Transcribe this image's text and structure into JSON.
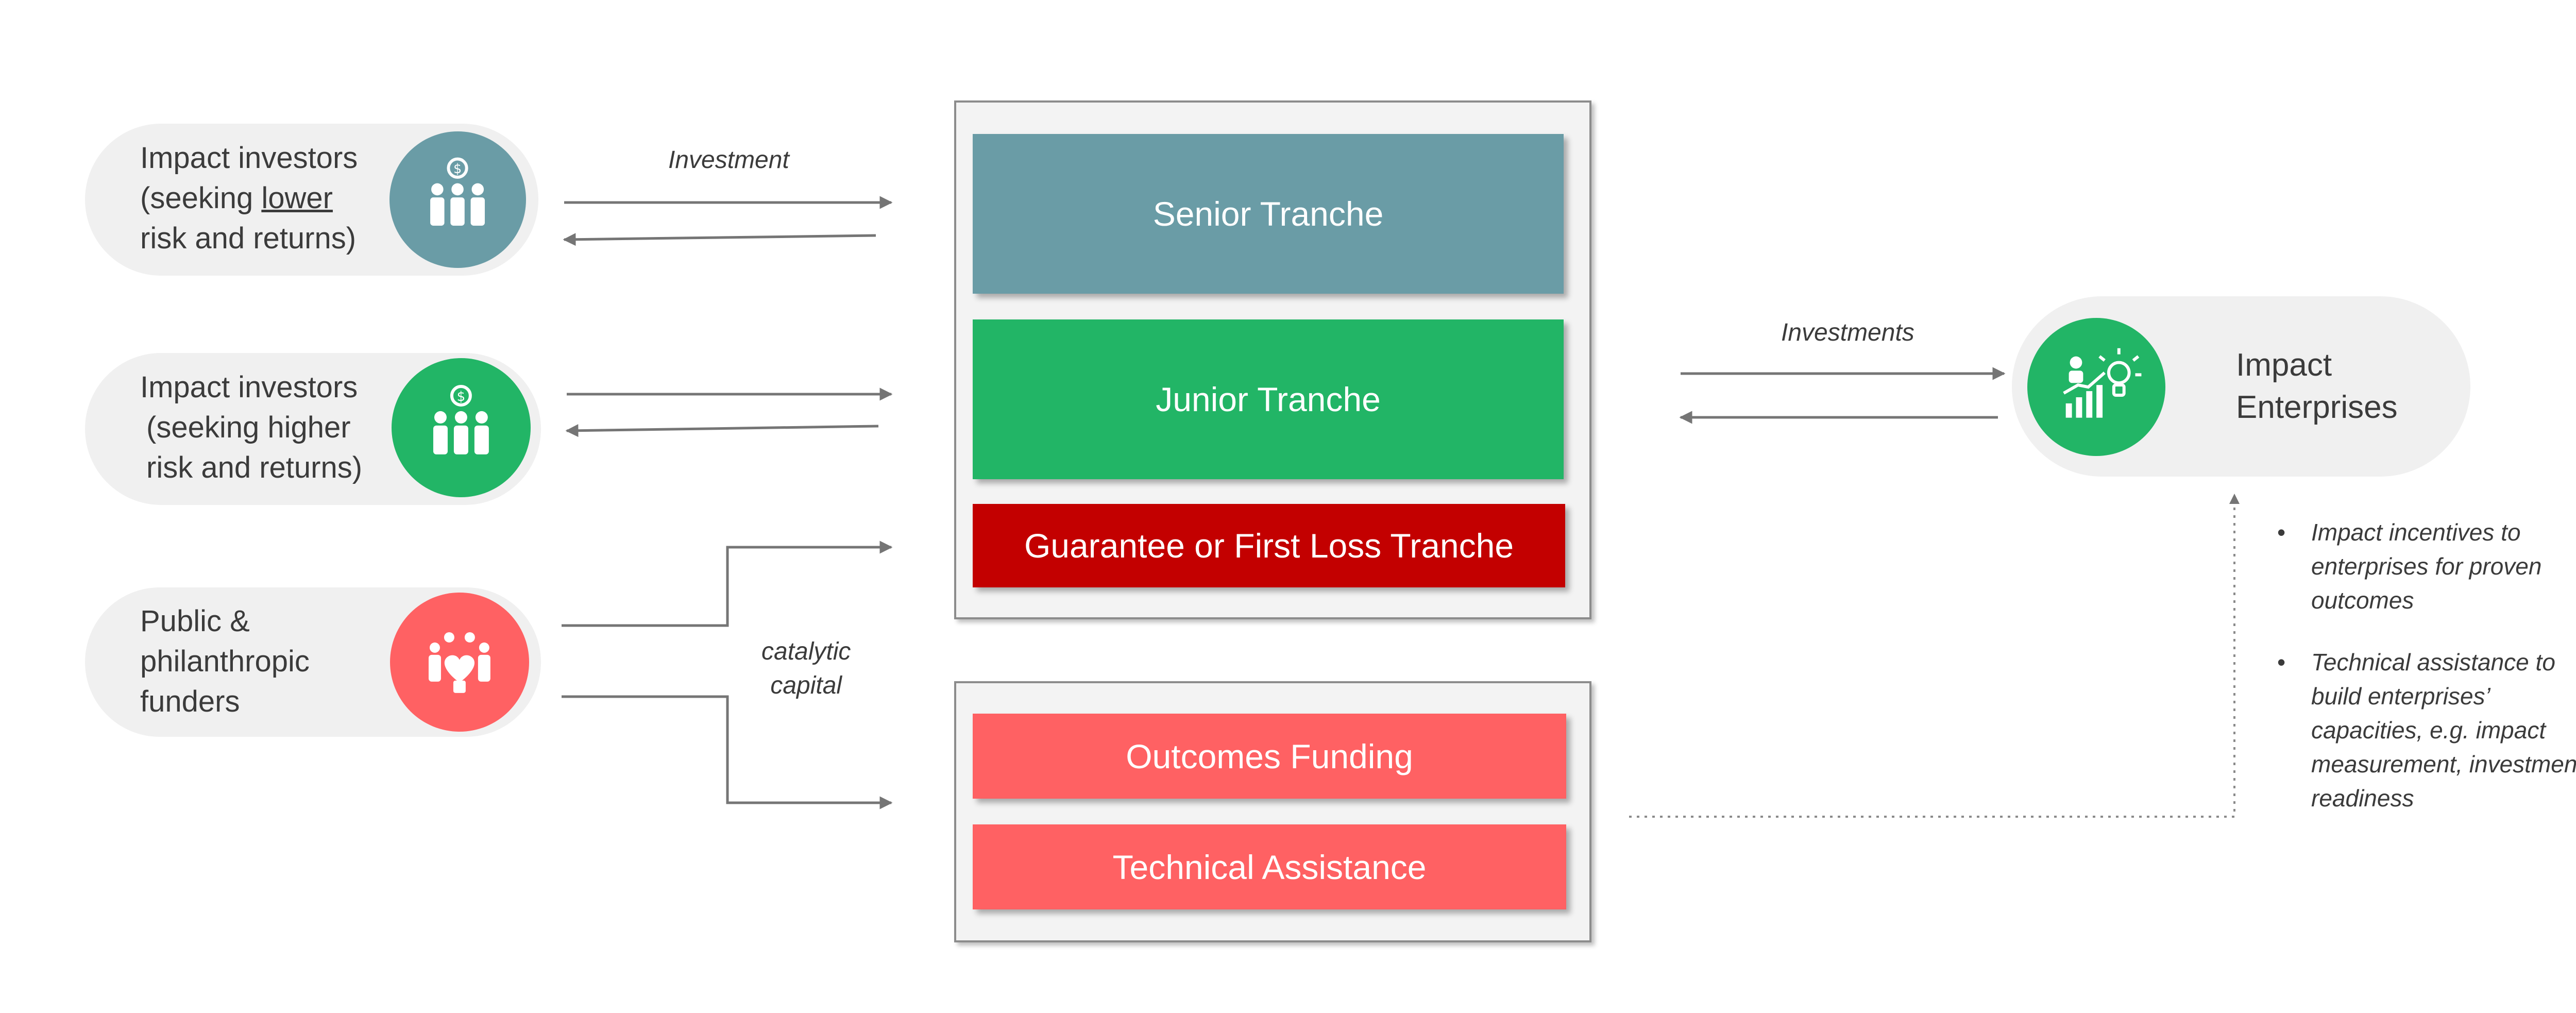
{
  "investors": {
    "senior": {
      "lines": [
        "Impact investors",
        "(seeking ",
        "lower",
        "risk and returns)"
      ],
      "color": "#6a9ca6",
      "icon": "investor-group-dollar-icon"
    },
    "junior": {
      "lines": [
        "Impact investors",
        "(seeking higher",
        "risk and returns)"
      ],
      "color": "#22b566",
      "icon": "investor-group-dollar-icon"
    },
    "public": {
      "lines": [
        "Public &",
        "philanthropic",
        "funders"
      ],
      "color": "#ff6163",
      "icon": "people-heart-icon"
    }
  },
  "tranches": {
    "senior": {
      "label": "Senior Tranche",
      "color": "#6a9ca6"
    },
    "junior": {
      "label": "Junior Tranche",
      "color": "#22b566"
    },
    "guarantee": {
      "label": "Guarantee or First Loss Tranche",
      "color": "#c30000"
    }
  },
  "support": {
    "outcomes": {
      "label": "Outcomes Funding",
      "color": "#ff6163"
    },
    "ta": {
      "label": "Technical Assistance",
      "color": "#ff6163"
    }
  },
  "flows": {
    "investment": "Investment",
    "investments": "Investments",
    "catalytic": [
      "catalytic",
      "capital"
    ]
  },
  "enterprise": {
    "lines": [
      "Impact",
      "Enterprises"
    ],
    "color": "#22b566",
    "icon": "person-growth-idea-icon"
  },
  "enterprise_support": [
    [
      "Impact incentives to",
      "enterprises for proven",
      "outcomes"
    ],
    [
      "Technical assistance to",
      "build enterprises’",
      "capacities, e.g. impact",
      "measurement, investment",
      "readiness"
    ]
  ]
}
